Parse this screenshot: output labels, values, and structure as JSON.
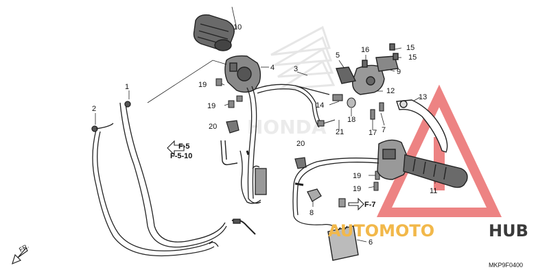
{
  "callouts": [
    {
      "id": "c1",
      "text": "1"
    },
    {
      "id": "c2",
      "text": "2"
    },
    {
      "id": "c3",
      "text": "3"
    },
    {
      "id": "c4",
      "text": "4"
    },
    {
      "id": "c5",
      "text": "5"
    },
    {
      "id": "c6",
      "text": "6"
    },
    {
      "id": "c7",
      "text": "7"
    },
    {
      "id": "c8",
      "text": "8"
    },
    {
      "id": "c9",
      "text": "9"
    },
    {
      "id": "c10",
      "text": "10"
    },
    {
      "id": "c11",
      "text": "11"
    },
    {
      "id": "c12",
      "text": "12"
    },
    {
      "id": "c13",
      "text": "13"
    },
    {
      "id": "c14",
      "text": "14"
    },
    {
      "id": "c15a",
      "text": "15"
    },
    {
      "id": "c15b",
      "text": "15"
    },
    {
      "id": "c16",
      "text": "16"
    },
    {
      "id": "c17",
      "text": "17"
    },
    {
      "id": "c18",
      "text": "18"
    },
    {
      "id": "c19a",
      "text": "19"
    },
    {
      "id": "c19b",
      "text": "19"
    },
    {
      "id": "c19c",
      "text": "19"
    },
    {
      "id": "c19d",
      "text": "19"
    },
    {
      "id": "c20a",
      "text": "20"
    },
    {
      "id": "c20b",
      "text": "20"
    },
    {
      "id": "c21",
      "text": "21"
    }
  ],
  "refs": {
    "f5": "F-5",
    "f510": "F-5-10",
    "f7": "F-7"
  },
  "front_label": "FR.",
  "diagram_code": "MKP9F0400",
  "watermark": {
    "auto": "AUTOMOTO",
    "hub": "HUB",
    "color_warning": "#e85a5a",
    "color_auto": "#f2b84a"
  }
}
